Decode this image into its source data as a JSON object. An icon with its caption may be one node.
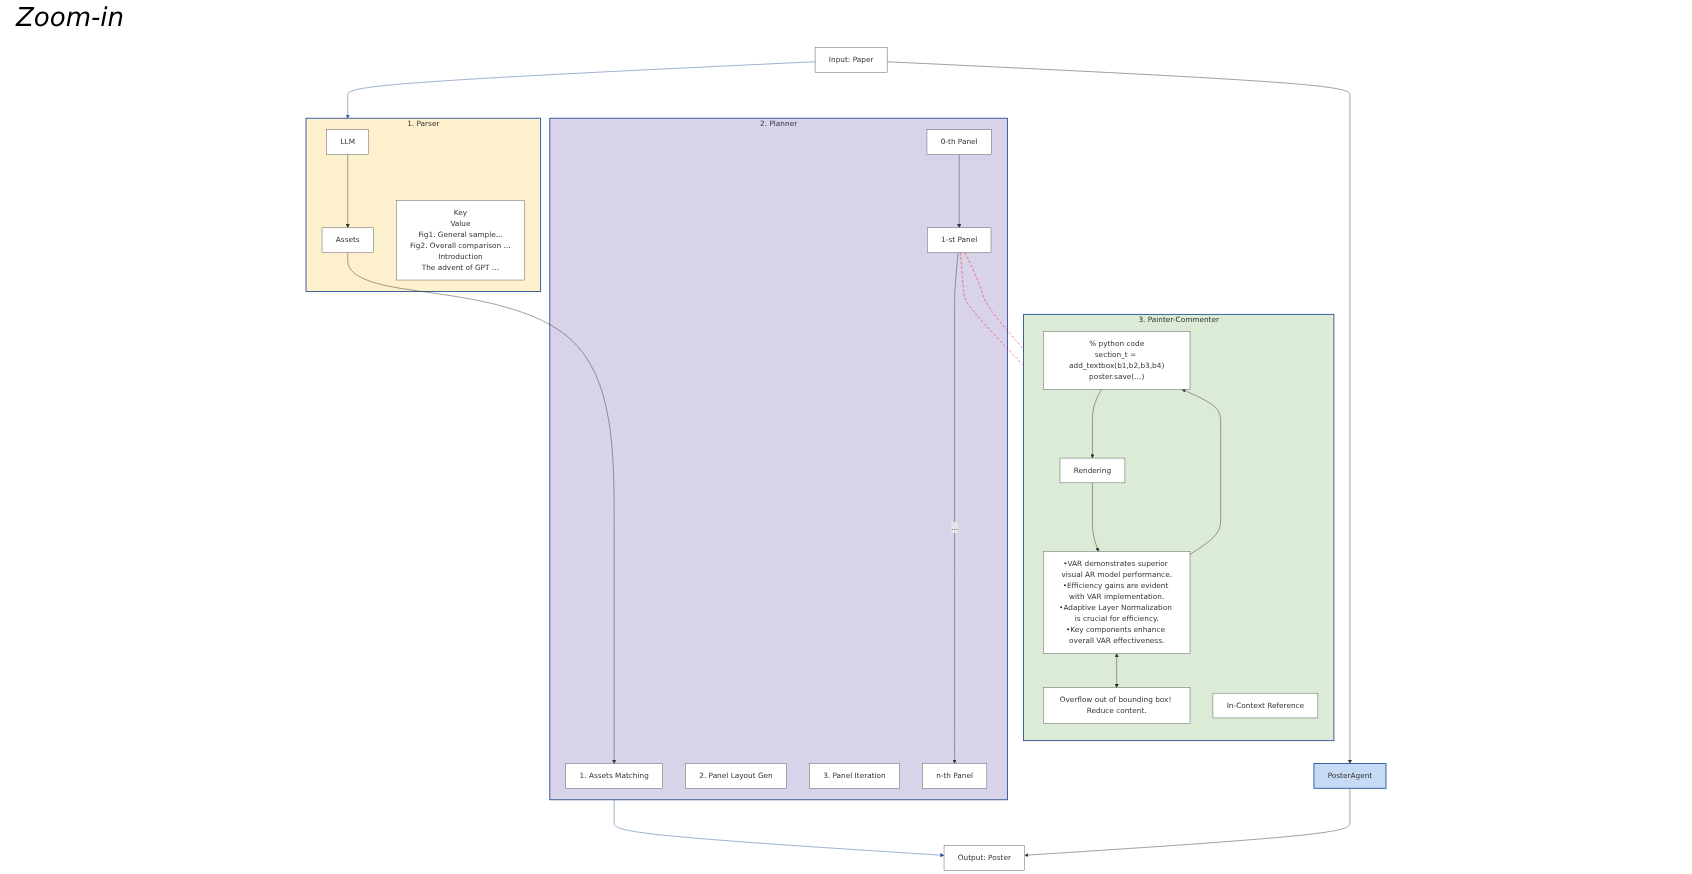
{
  "diagram": {
    "nodes": [
      {
        "text": [
          "Input: Paper"
        ]
      },
      {
        "text": [
          "PosterAgent"
        ]
      },
      {
        "text": [
          "Output: Poster"
        ]
      },
      {
        "text": [
          "1. Parser"
        ]
      },
      {
        "text": [
          "LLM"
        ],
        "in": 3
      },
      {
        "text": [
          "Assets"
        ],
        "in": 3
      },
      {
        "text": [
          "Key",
          "Value",
          "Fig1. General sample...",
          "Fig2. Overall comparison …",
          "Introduction",
          "The advent of GPT …"
        ],
        "in": 3
      },
      {
        "text": [
          "3. Painter-Commenter"
        ]
      },
      {
        "text": [
          "% python code",
          "section_t = add_textbox(b1,b2,b3,b4)",
          "poster.save(…)"
        ],
        "in": 7
      },
      {
        "text": [
          "Rendering"
        ],
        "in": 7
      },
      {
        "text": [
          "•VAR demonstrates superior visual AR model performance.",
          "•Efficiency gains are evident with VAR implementation.",
          "•Adaptive Layer Normalization is crucial for efficiency.",
          "•Key components enhance overall VAR effectiveness."
        ],
        "in": 7
      },
      {
        "text": [
          "Overflow out of bounding box! Reduce content."
        ],
        "in": 7
      },
      {
        "text": [
          "In-Context Reference"
        ],
        "in": 7
      },
      {
        "text": [
          "2. Planner"
        ]
      },
      {
        "text": [
          "1. Assets Matching"
        ],
        "in": 13
      },
      {
        "text": [
          "2. Panel Layout Gen"
        ],
        "in": 13
      },
      {
        "text": [
          "3. Panel Iteration"
        ],
        "in": 13
      },
      {
        "text": [
          "0-th Panel"
        ],
        "in": 13
      },
      {
        "text": [
          "1-st Panel"
        ],
        "in": 13
      },
      {
        "text": [
          "n-th Panel"
        ],
        "in": 13
      }
    ],
    "edges": [
      {
        "from": 0,
        "to": 3,
        "arrow": "to",
        "color": "#2f5597"
      },
      {
        "from": 0,
        "to": 1,
        "arrow": "to"
      },
      {
        "from": 1,
        "to": 2,
        "arrow": "to"
      },
      {
        "from": 4,
        "to": 5,
        "arrow": "to"
      },
      {
        "from": 5,
        "to": 14,
        "arrow": "to"
      },
      {
        "from": 8,
        "to": 9,
        "arrow": "to"
      },
      {
        "from": 9,
        "to": 10,
        "arrow": "to"
      },
      {
        "from": 10,
        "to": 8,
        "arrow": "to"
      },
      {
        "from": 10,
        "to": 11,
        "arrow": "both"
      },
      {
        "from": 17,
        "to": 18,
        "arrow": "to"
      },
      {
        "from": 18,
        "to": 19,
        "label": "…",
        "arrow": "to"
      },
      {
        "from": 18,
        "to": 7,
        "arrow": "none",
        "style": "dashed",
        "color": "#ff0000"
      },
      {
        "from": 18,
        "to": 7,
        "arrow": "none",
        "style": "dashed",
        "color": "#ff0000"
      },
      {
        "from": 13,
        "to": 2,
        "arrow": "to",
        "color": "#2f5597"
      }
    ],
    "labels": [
      "Zoom-in"
    ]
  }
}
